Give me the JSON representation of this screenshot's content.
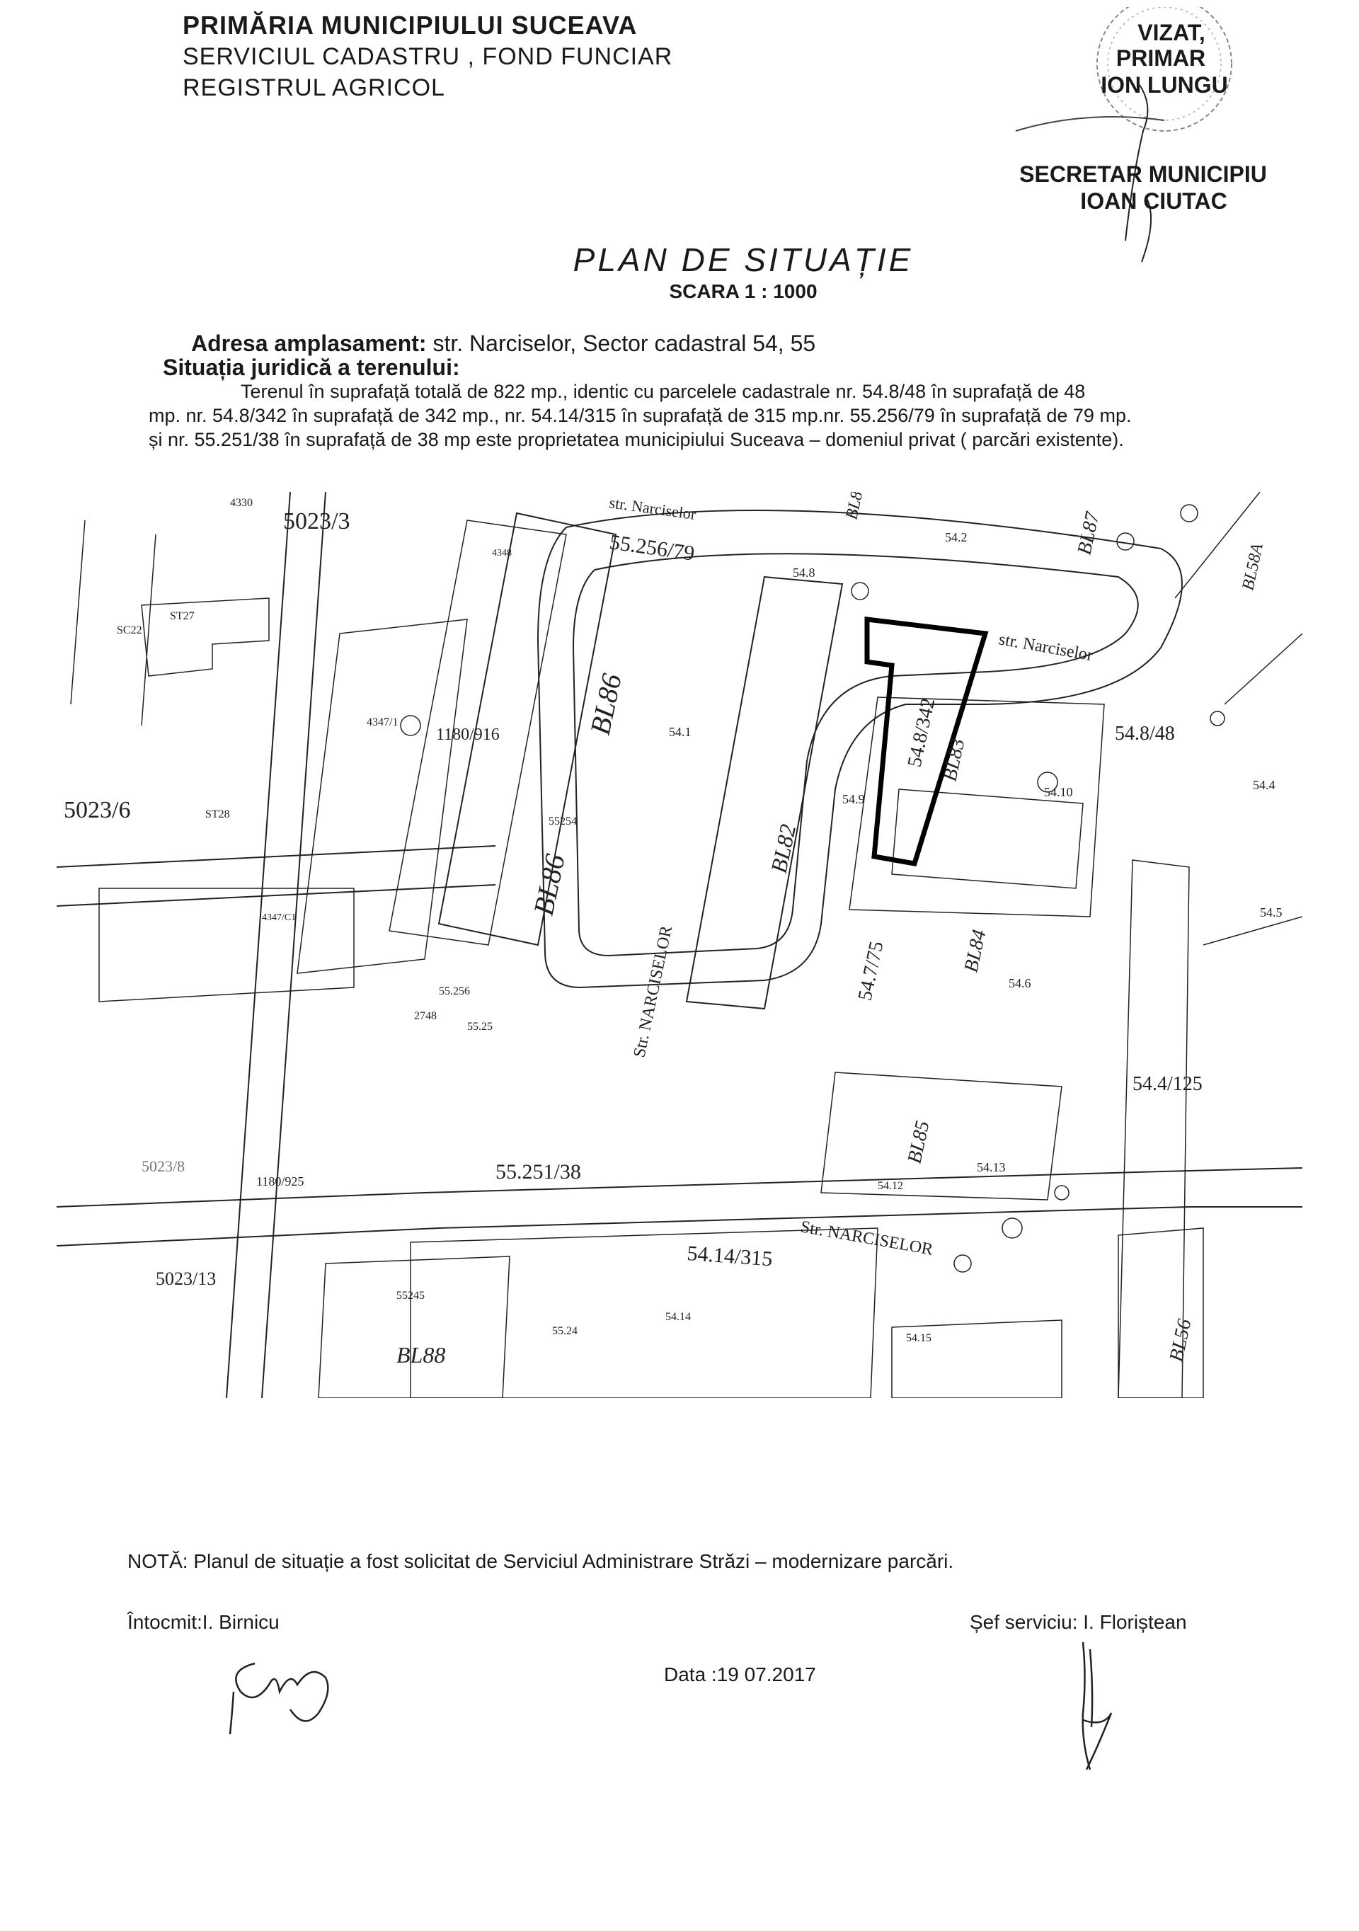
{
  "header": {
    "line1": "PRIMĂRIA MUNICIPIULUI SUCEAVA",
    "line2": "SERVICIUL CADASTRU , FOND FUNCIAR",
    "line3": "REGISTRUL AGRICOL"
  },
  "stamp": {
    "vizat": "VIZAT,",
    "primar": "PRIMAR",
    "primar_name": "ION LUNGU",
    "secretar": "SECRETAR MUNICIPIU",
    "secretar_name": "IOAN CIUTAC"
  },
  "title": {
    "main": "PLAN DE SITUAȚIE",
    "scale": "SCARA 1 : 1000"
  },
  "address": {
    "label": "Adresa amplasament:",
    "value": "str. Narciselor, Sector cadastral 54, 55"
  },
  "legal": {
    "label": "Situația juridică a terenului:",
    "line1": "Terenul în suprafață totală de 822 mp., identic cu parcelele cadastrale nr. 54.8/48 în suprafață de 48",
    "line2": "mp. nr. 54.8/342 în suprafață de 342 mp., nr. 54.14/315 în suprafață de 315 mp.nr. 55.256/79 în suprafață de 79 mp.",
    "line3": "și nr. 55.251/38 în suprafață de 38 mp este proprietatea municipiului Suceava – domeniul privat ( parcări existente)."
  },
  "map": {
    "labels": {
      "street_top": "str. Narciselor",
      "street_right": "str. Narciselor",
      "street_vertical": "Str. NARCISELOR",
      "street_bottom": "Str. NARCISELOR",
      "p_5023_3": "5023/3",
      "p_5023_6": "5023/6",
      "p_5023_13": "5023/13",
      "p_5023_8": "5023/8",
      "p_55_256_79": "55.256/79",
      "p_54_8_342": "54.8/342",
      "p_54_8_48": "54.8/48",
      "p_54_7_75": "54.7/75",
      "p_54_4_125": "54.4/125",
      "p_55_251_38": "55.251/38",
      "p_54_14_315": "54.14/315",
      "p_1180_916": "1180/916",
      "p_1180_925": "1180/925",
      "p_4347_1": "4347/1",
      "p_4347_c1": "4347/C1",
      "p_55_254": "55254",
      "p_55_245": "55245",
      "p_54_1": "54.1",
      "p_54_2": "54.2",
      "p_54_4": "54.4",
      "p_54_5": "54.5",
      "p_54_6": "54.6",
      "p_54_8": "54.8",
      "p_54_9": "54.9",
      "p_54_10": "54.10",
      "p_54_13": "54.13",
      "p_54_12": "54.12",
      "p_54_14": "54.14",
      "p_54_15": "54.15",
      "p_55_256": "55.256",
      "p_55_25": "55.25",
      "p_55_24": "55.24",
      "p_st28": "ST28",
      "p_st27": "ST27",
      "p_sc22": "SC22",
      "p_2748": "2748",
      "p_4330": "4330",
      "p_4348": "4348",
      "bl86a": "BL86",
      "bl86b": "BL86",
      "bl82": "BL82",
      "bl83": "BL83",
      "bl84": "BL84",
      "bl85": "BL85",
      "bl88": "BL88",
      "bl87": "BL87",
      "bl58a": "BL58A",
      "bl56": "BL56",
      "bl8": "BL8"
    }
  },
  "footer": {
    "nota_label": "NOTĂ:",
    "nota_text": "Planul de situație a fost solicitat de Serviciul Administrare Străzi – modernizare parcări.",
    "intocmit": "Întocmit:I. Birnicu",
    "date": "Data :19 07.2017",
    "sef": "Șef serviciu: I. Floriștean"
  }
}
